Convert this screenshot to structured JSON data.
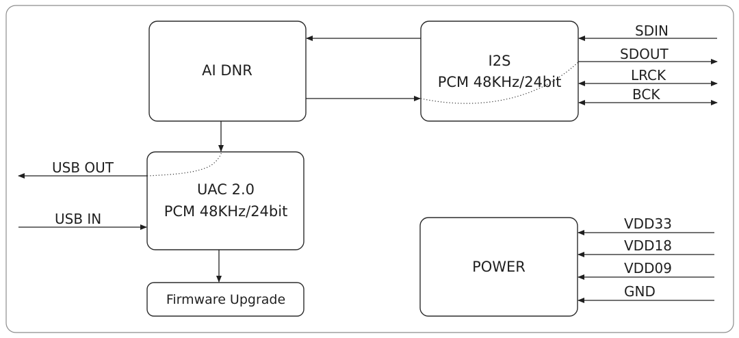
{
  "blocks": {
    "ai_dnr": {
      "label": "AI DNR"
    },
    "i2s": {
      "line1": "I2S",
      "line2": "PCM 48KHz/24bit"
    },
    "uac": {
      "line1": "UAC 2.0",
      "line2": "PCM 48KHz/24bit"
    },
    "firmware": {
      "label": "Firmware Upgrade"
    },
    "power": {
      "label": "POWER"
    }
  },
  "i2s_signals": {
    "sdin": "SDIN",
    "sdout": "SDOUT",
    "lrck": "LRCK",
    "bck": "BCK"
  },
  "usb_signals": {
    "out": "USB OUT",
    "in": "USB IN"
  },
  "power_signals": {
    "vdd33": "VDD33",
    "vdd18": "VDD18",
    "vdd09": "VDD09",
    "gnd": "GND"
  },
  "colors": {
    "line": "#1f1f1f",
    "frame": "#8c8c8c"
  }
}
